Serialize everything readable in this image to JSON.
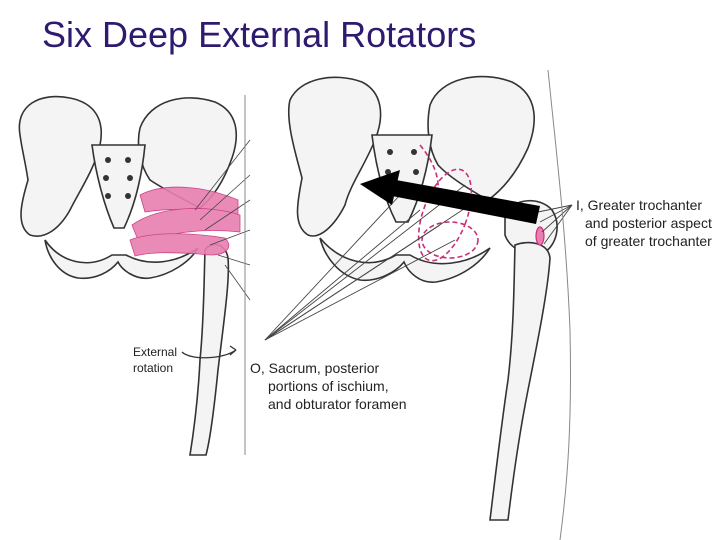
{
  "title": "Six Deep External Rotators",
  "labels": {
    "external_rotation": [
      "External",
      "rotation"
    ],
    "origin": [
      "O, Sacrum, posterior",
      "portions of ischium,",
      "and obturator foramen"
    ],
    "insertion": [
      "I, Greater trochanter",
      "and posterior aspect",
      "of greater trochanter"
    ]
  },
  "colors": {
    "title": "#2e1a6e",
    "muscle": "#e87fb0",
    "muscle_dashed": "#c8307a",
    "bone_outline": "#333333",
    "arrow": "#000000"
  }
}
